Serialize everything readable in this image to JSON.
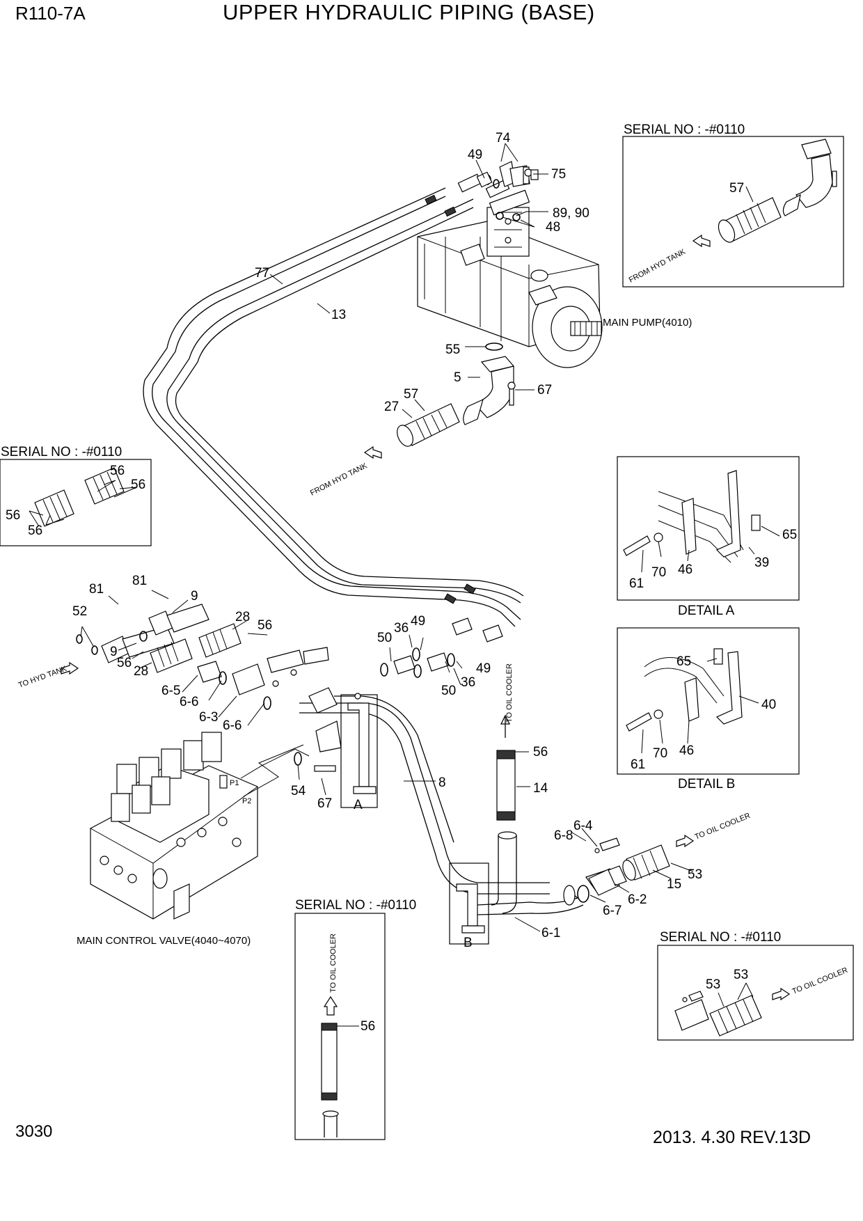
{
  "header": {
    "model": "R110-7A",
    "title": "UPPER HYDRAULIC PIPING (BASE)"
  },
  "footer": {
    "page_number": "3030",
    "date_revision": "2013. 4.30  REV.13D"
  },
  "component_labels": {
    "main_pump": "MAIN PUMP(4010)",
    "main_control_valve": "MAIN CONTROL VALVE(4040~4070)",
    "port_p1": "P1",
    "port_p2": "P2"
  },
  "flow_labels": {
    "from_hyd_tank": "FROM HYD TANK",
    "to_hyd_tank": "TO HYD TANK",
    "to_oil_cooler": "TO OIL COOLER"
  },
  "insets": {
    "serial_top_right": "SERIAL NO : -#0110",
    "serial_left": "SERIAL NO : -#0110",
    "serial_bottom_center": "SERIAL NO : -#0110",
    "serial_bottom_right": "SERIAL NO : -#0110",
    "detail_a": "DETAIL A",
    "detail_b": "DETAIL B",
    "marker_a": "A",
    "marker_b": "B"
  },
  "callouts": {
    "main": [
      "74",
      "49",
      "75",
      "89, 90",
      "48",
      "77",
      "13",
      "55",
      "5",
      "67",
      "57",
      "27",
      "81",
      "81",
      "9",
      "52",
      "28",
      "56",
      "9",
      "56",
      "28",
      "6-5",
      "6-6",
      "6-3",
      "6-6",
      "50",
      "36",
      "49",
      "50",
      "36",
      "49",
      "54",
      "67",
      "8",
      "56",
      "14",
      "6-8",
      "6-4",
      "53",
      "15",
      "6-2",
      "6-7",
      "6-1"
    ],
    "serial_top_right": [
      "57"
    ],
    "serial_left": [
      "56",
      "56",
      "56",
      "56"
    ],
    "detail_a": [
      "65",
      "39",
      "61",
      "70",
      "46"
    ],
    "detail_b": [
      "65",
      "40",
      "61",
      "70",
      "46"
    ],
    "serial_bottom_center": [
      "56"
    ],
    "serial_bottom_right": [
      "53",
      "53"
    ]
  }
}
